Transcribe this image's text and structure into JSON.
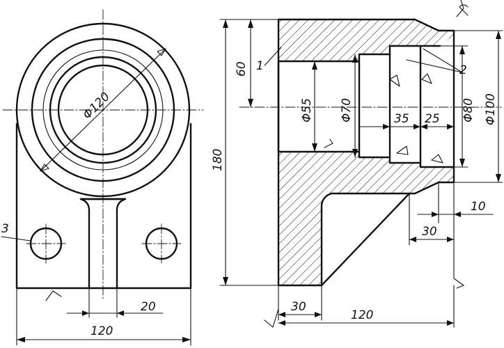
{
  "drawing": {
    "front_view": {
      "dims": {
        "outer_diameter": "Φ120",
        "base_width": "120",
        "rib_width": "20"
      },
      "labels": {
        "hole_callout": "3"
      }
    },
    "section_view": {
      "dims": {
        "top_wall": "60",
        "total_height": "180",
        "bore_small": "Φ55",
        "bore_mid": "Φ70",
        "bore_large": "Φ80",
        "outer_flange": "Φ100",
        "step_a": "35",
        "step_b": "25",
        "offset_small": "10",
        "offset_30_right": "30",
        "base_wall": "30",
        "base_length": "120"
      },
      "labels": {
        "callout_1": "1",
        "callout_2": "2"
      }
    }
  }
}
